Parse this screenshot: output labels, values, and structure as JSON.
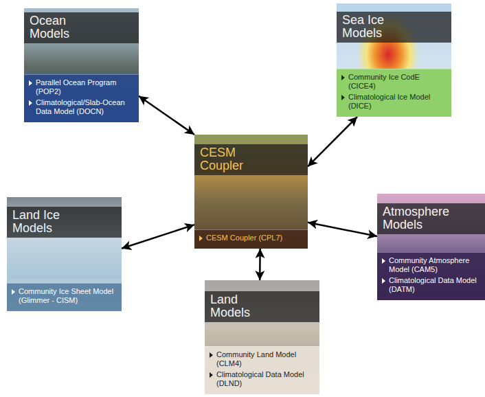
{
  "diagram": {
    "nodes": [
      {
        "text": [
          "Ocean Models",
          "Parallel Ocean Program (POP2)",
          "Climatological/Slab-Ocean Data Model (DOCN)"
        ]
      },
      {
        "text": [
          "Sea Ice Models",
          "Community Ice CodE (CICE4)",
          "Climatological Ice Model (DICE)"
        ]
      },
      {
        "text": [
          "CESM Coupler",
          "CESM Coupler (CPL7)"
        ]
      },
      {
        "text": [
          "Land Ice Models",
          "Community Ice Sheet Model (Glimmer - CISM)"
        ]
      },
      {
        "text": [
          "Atmosphere Models",
          "Community Atmosphere Model (CAM5)",
          "Climatological Data Model (DATM)"
        ]
      },
      {
        "text": [
          "Land Models",
          "Community Land Model (CLM4)",
          "Climatological Data Model (DLND)"
        ]
      }
    ],
    "edges": [
      {
        "from": 2,
        "to": 0,
        "arrow": "both"
      },
      {
        "from": 2,
        "to": 1,
        "arrow": "both"
      },
      {
        "from": 2,
        "to": 3,
        "arrow": "both"
      },
      {
        "from": 2,
        "to": 4,
        "arrow": "both"
      },
      {
        "from": 2,
        "to": 5,
        "arrow": "both"
      }
    ]
  }
}
